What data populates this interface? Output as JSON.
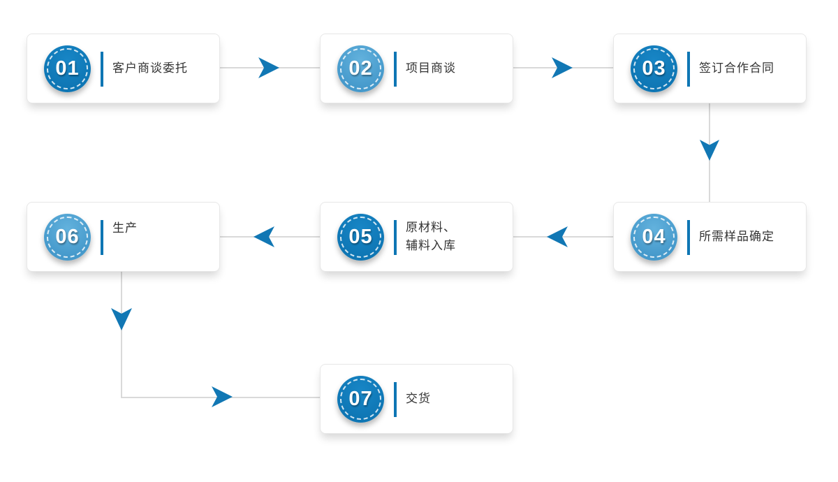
{
  "canvas": {
    "background": "#ffffff"
  },
  "colors": {
    "canvas_bg": "#ffffff",
    "dark_blue": "#0e76b4",
    "light_blue": "#4599cb",
    "arrow_blue": "#1177b4",
    "line_gray": "#d9d9d9",
    "card_border": "#e7e7e7",
    "text_color": "#333333"
  },
  "steps": [
    {
      "number": "01",
      "label": "客户商谈委托",
      "tone": "dark"
    },
    {
      "number": "02",
      "label": "项目商谈",
      "tone": "light"
    },
    {
      "number": "03",
      "label": "签订合作合同",
      "tone": "dark"
    },
    {
      "number": "04",
      "label": "所需样品确定",
      "tone": "light"
    },
    {
      "number": "05",
      "label_lines": [
        "原材料、",
        "辅料入库"
      ],
      "tone": "dark"
    },
    {
      "number": "06",
      "label": "生产",
      "tone": "light"
    },
    {
      "number": "07",
      "label": "交货",
      "tone": "dark"
    }
  ],
  "connections": [
    {
      "from": "01",
      "to": "02",
      "direction": "right"
    },
    {
      "from": "02",
      "to": "03",
      "direction": "right"
    },
    {
      "from": "03",
      "to": "04",
      "direction": "down"
    },
    {
      "from": "04",
      "to": "05",
      "direction": "left"
    },
    {
      "from": "05",
      "to": "06",
      "direction": "left"
    },
    {
      "from": "06",
      "to": "07",
      "direction": "down-then-right"
    }
  ]
}
